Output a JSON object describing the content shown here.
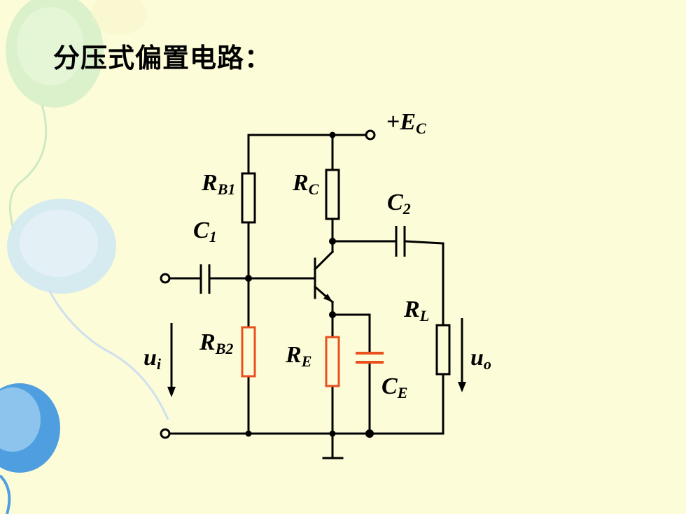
{
  "slide": {
    "title": "分压式偏置电路："
  },
  "circuit": {
    "supply": {
      "sign": "+",
      "main": "E",
      "sub": "C"
    },
    "rb1": {
      "main": "R",
      "sub": "B1"
    },
    "rc": {
      "main": "R",
      "sub": "C"
    },
    "c1": {
      "main": "C",
      "sub": "1"
    },
    "c2": {
      "main": "C",
      "sub": "2"
    },
    "rl": {
      "main": "R",
      "sub": "L"
    },
    "rb2": {
      "main": "R",
      "sub": "B2"
    },
    "re": {
      "main": "R",
      "sub": "E"
    },
    "ce": {
      "main": "C",
      "sub": "E"
    },
    "ui": {
      "main": "u",
      "sub": "i"
    },
    "uo": {
      "main": "u",
      "sub": "o"
    }
  },
  "colors": {
    "background": "#fdfcd8",
    "wire": "#000000",
    "emitter_components": "#e8501e",
    "balloon_blue": "#4f9fe0",
    "balloon_green": "#c9ecbd"
  }
}
